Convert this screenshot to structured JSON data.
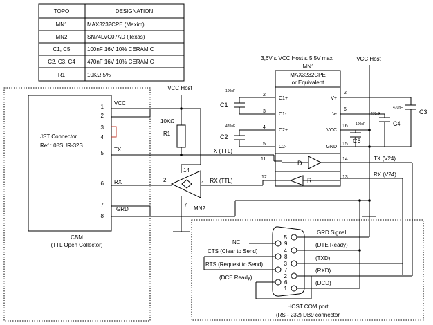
{
  "table": {
    "headers": [
      "TOPO",
      "DESIGNATION"
    ],
    "rows": [
      [
        "MN1",
        "MAX3232CPE (Maxim)"
      ],
      [
        "MN2",
        "SN74LVC07AD (Texas)"
      ],
      [
        "C1, C5",
        "100nF 16V 10% CERAMIC"
      ],
      [
        "C2, C3, C4",
        "470nF 16V 10% CERAMIC"
      ],
      [
        "R1",
        "10KΩ 5%"
      ]
    ]
  },
  "supply_note": "3,6V ≤ VCC Host ≤ 5.5V max",
  "vcc_host_label": "VCC Host",
  "cbm": {
    "title": "CBM",
    "subtitle": "(TTL Open Collector)",
    "connector_line1": "JST Connector",
    "connector_line2": "Ref : 08SUR-32S",
    "pins": [
      {
        "num": "1",
        "name": "VCC"
      },
      {
        "num": "2",
        "name": ""
      },
      {
        "num": "3",
        "name": ""
      },
      {
        "num": "4",
        "name": ""
      },
      {
        "num": "5",
        "name": "TX"
      },
      {
        "num": "6",
        "name": "RX"
      },
      {
        "num": "7",
        "name": ""
      },
      {
        "num": "8",
        "name": "GRD"
      }
    ]
  },
  "r1": {
    "value": "10KΩ",
    "name": "R1"
  },
  "mn1": {
    "name": "MN1",
    "part_line1": "MAX3232CPE",
    "part_line2": "or Equivalent",
    "left_pins": [
      {
        "num": "2",
        "name": "C1+"
      },
      {
        "num": "3",
        "name": "C1-"
      },
      {
        "num": "4",
        "name": "C2+"
      },
      {
        "num": "5",
        "name": "C2-"
      }
    ],
    "right_pins": [
      {
        "num": "2",
        "name": "V+"
      },
      {
        "num": "6",
        "name": "V-"
      },
      {
        "num": "16",
        "name": "VCC"
      },
      {
        "num": "15",
        "name": "GND"
      }
    ],
    "driver_label": "D",
    "receiver_label": "R",
    "driver_pin_in": "11",
    "driver_pin_out": "14",
    "receiver_pin_in": "13",
    "receiver_pin_out": "12"
  },
  "mn2": {
    "name": "MN2",
    "pin_in": "2",
    "pin_out": "1",
    "pin_vcc": "14",
    "pin_gnd": "7"
  },
  "caps": {
    "c1": {
      "name": "C1",
      "value": "100nF"
    },
    "c2": {
      "name": "C2",
      "value": "470nF"
    },
    "c3": {
      "name": "C3",
      "value": "470nF"
    },
    "c4": {
      "name": "C4",
      "value": "470nF"
    },
    "c5": {
      "name": "C5",
      "value": "100nF"
    }
  },
  "signals": {
    "tx_ttl": "TX (TTL)",
    "rx_ttl": "RX (TTL)",
    "tx_v24": "TX (V24)",
    "rx_v24": "RX (V24)"
  },
  "db9": {
    "title_line1": "HOST COM port",
    "title_line2": "(RS - 232) DB9 connector",
    "nc": "NC",
    "cts": "CTS (Clear to Send)",
    "rts": "RTS (Request to Send)",
    "dce_ready": "(DCE Ready)",
    "grd_signal": "GRD Signal",
    "dte_ready": "(DTE Ready)",
    "txd": "(TXD)",
    "rxd": "(RXD)",
    "dcd": "(DCD)",
    "pins_right": [
      "5",
      "4",
      "3",
      "2",
      "1"
    ],
    "pins_left": [
      "9",
      "8",
      "7",
      "6"
    ]
  }
}
